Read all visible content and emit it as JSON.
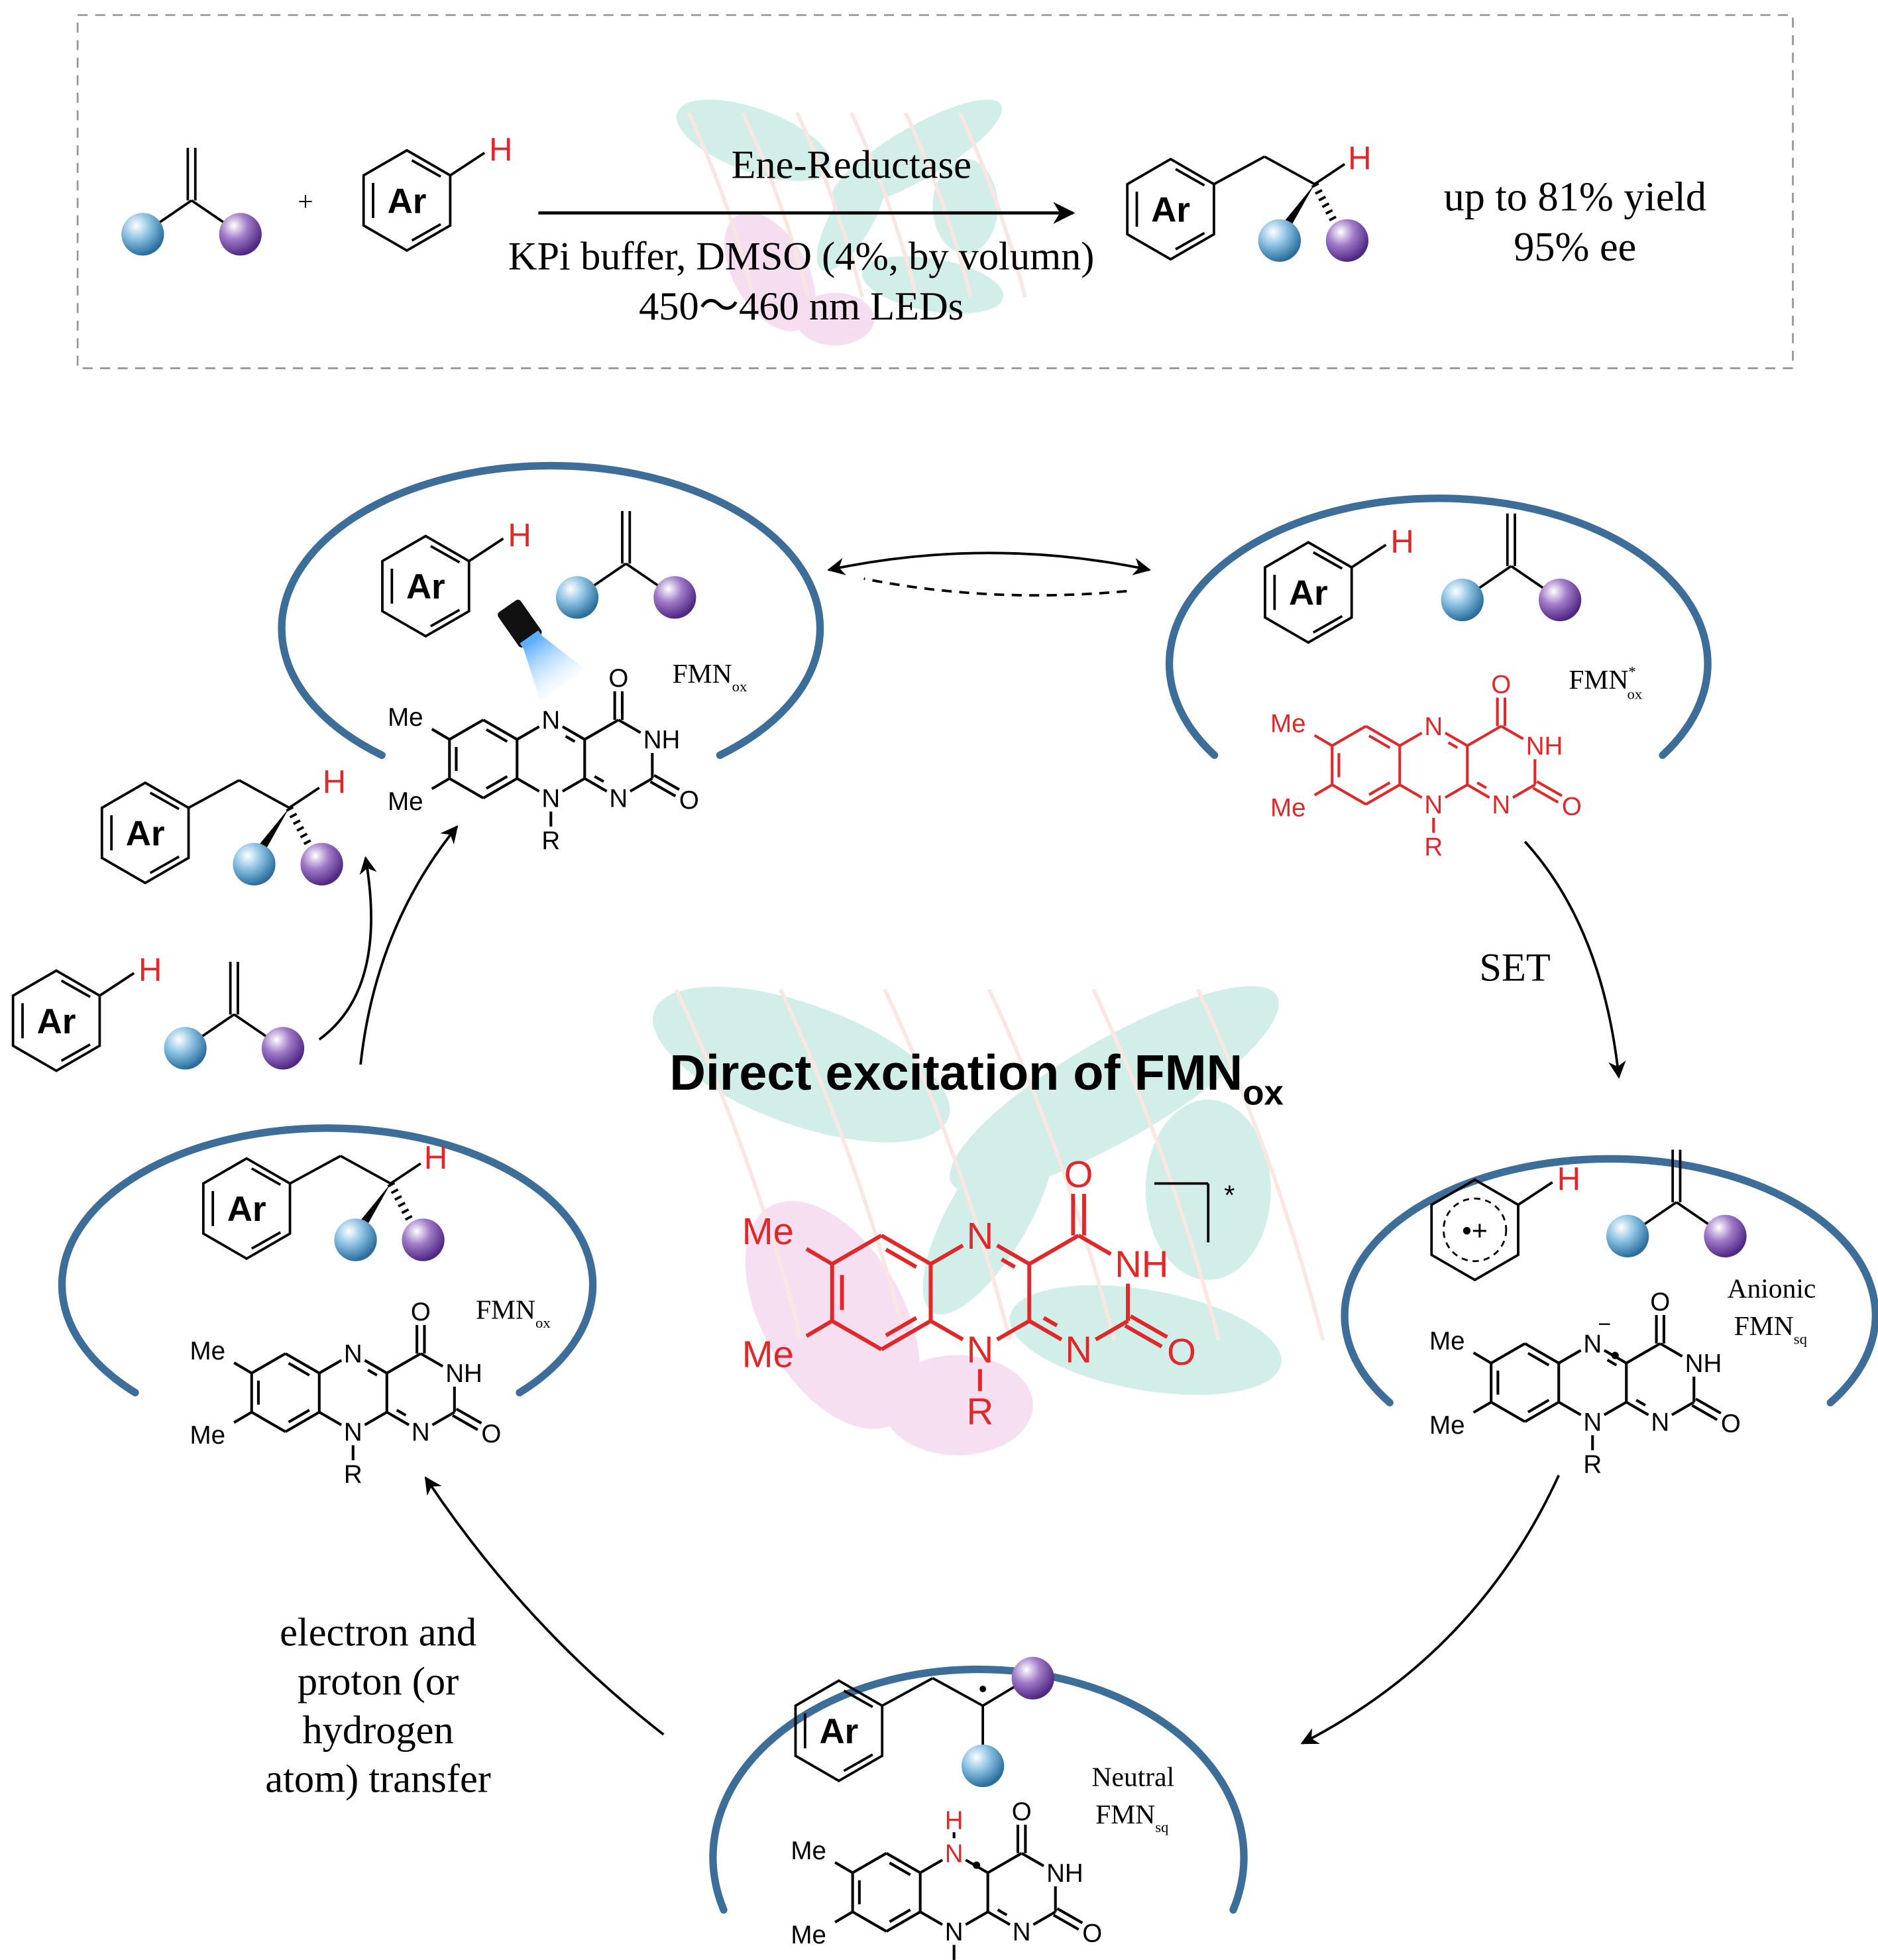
{
  "reaction": {
    "plus": "+",
    "catalyst": "Ene-Reductase",
    "conditions": "KPi buffer, DMSO (4%, by volumn)",
    "light": "450～460 nm LEDs",
    "yield": "up to 81% yield",
    "ee": "95% ee"
  },
  "labels": {
    "ar": "Ar",
    "h": "H",
    "radical_cation": "•+",
    "radical_dot": "•",
    "anion_charge": "−"
  },
  "center_title": {
    "main": "Direct excitation of FMN",
    "sub": "ox",
    "star": "*"
  },
  "flavin_atoms": {
    "me": "Me",
    "n": "N",
    "nh": "NH",
    "o": "O",
    "r": "R",
    "h": "H"
  },
  "states": {
    "fmn_ox": {
      "name": "FMN",
      "sub": "ox"
    },
    "fmn_ox_excited": {
      "name": "FMN",
      "sup": "*",
      "sub": "ox"
    },
    "anionic": {
      "prefix": "Anionic",
      "name": "FMN",
      "sub": "sq"
    },
    "neutral": {
      "prefix": "Neutral",
      "name": "FMN",
      "sub": "sq"
    }
  },
  "steps": {
    "set": "SET",
    "pcet": [
      "electron and",
      "proton (or",
      "hydrogen",
      "atom) transfer"
    ]
  },
  "colors": {
    "cycle_ring": "#3d6d99",
    "excited_flavin": "#e0282a",
    "hydrogen": "#e0282a",
    "ball_blue": "#3a86b8",
    "ball_purple": "#6b3d9e",
    "protein_teal": "#7fcfc0",
    "protein_pink": "#e6a3d6"
  }
}
